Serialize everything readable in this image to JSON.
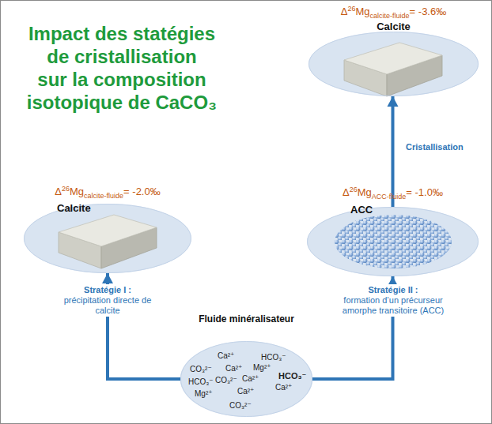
{
  "diagram": {
    "title": "Impact des statégies de cristallisation sur la composition isotopique de CaCO₃",
    "nodes": [
      {
        "text": [
          "Fluide minéralisateur",
          "Ca²⁺",
          "HCO₃⁻",
          "CO₃²⁻",
          "Ca²⁺",
          "Mg²⁺",
          "HCO₃⁻",
          "CO₃²⁻",
          "Ca²⁺",
          "HCO₃⁻",
          "Mg²⁺",
          "Ca²⁺",
          "Ca²⁺",
          "CO₃²⁻"
        ]
      },
      {
        "text": [
          "Δ26Mgcalcite-fluide= -2.0‰",
          "Calcite"
        ]
      },
      {
        "text": [
          "Δ26MgACC-fluide= -1.0‰",
          "ACC"
        ]
      },
      {
        "text": [
          "Δ26Mgcalcite-fluide= -3.6‰",
          "Calcite"
        ]
      }
    ],
    "edges": [
      {
        "from": 0,
        "to": 1,
        "label": "Stratégie I : précipitation directe de calcite",
        "arrow": "to"
      },
      {
        "from": 0,
        "to": 2,
        "label": "Stratégie II : formation d’un précurseur amorphe transitoire (ACC)",
        "arrow": "to"
      },
      {
        "from": 2,
        "to": 3,
        "label": "Cristallisation",
        "arrow": "to"
      }
    ]
  }
}
